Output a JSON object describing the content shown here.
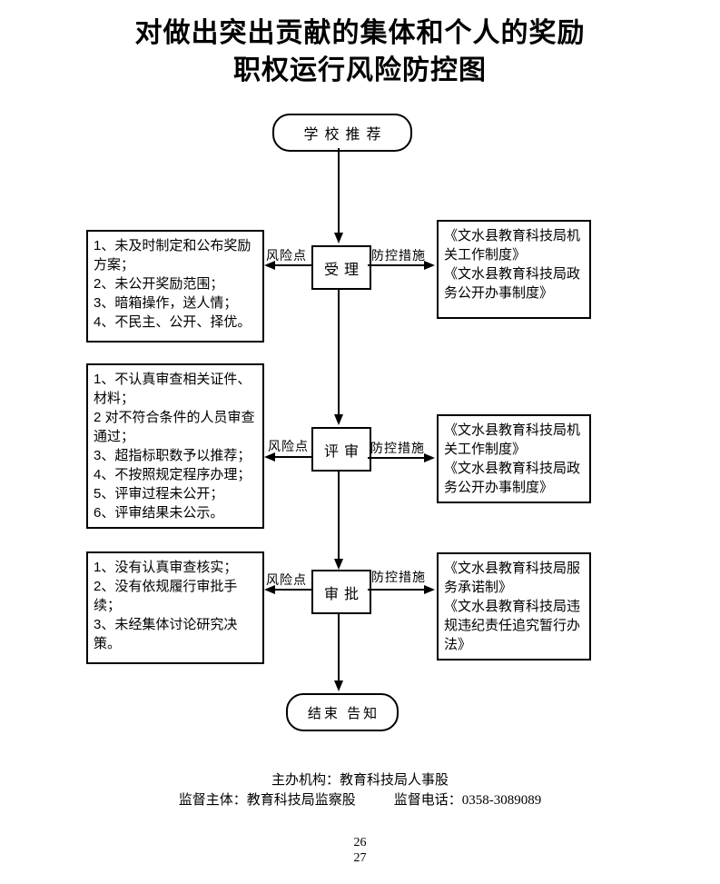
{
  "title": {
    "line1": "对做出突出贡献的集体和个人的奖励",
    "line2": "职权运行风险防控图"
  },
  "start_node": {
    "label": "学校推荐"
  },
  "end_node": {
    "label": "结束 告知"
  },
  "edge_labels": {
    "risk": "风险点",
    "control": "防控措施"
  },
  "stages": [
    {
      "name": "受理",
      "risks": [
        "1、未及时制定和公布奖励方案；",
        "2、未公开奖励范围；",
        "3、暗箱操作，送人情；",
        "4、不民主、公开、择优。"
      ],
      "measures": [
        "《文水县教育科技局机关工作制度》",
        "《文水县教育科技局政务公开办事制度》"
      ]
    },
    {
      "name": "评审",
      "risks": [
        "1、不认真审查相关证件、材料；",
        "2 对不符合条件的人员审查通过；",
        "3、超指标职数予以推荐；",
        "4、不按照规定程序办理；",
        "5、评审过程未公开；",
        "6、评审结果未公示。"
      ],
      "measures": [
        "《文水县教育科技局机关工作制度》",
        "《文水县教育科技局政务公开办事制度》"
      ]
    },
    {
      "name": "审批",
      "risks": [
        "1、没有认真审查核实；",
        "2、没有依规履行审批手续；",
        "3、未经集体讨论研究决策。"
      ],
      "measures": [
        "《文水县教育科技局服务承诺制》",
        "《文水县教育科技局违规违纪责任追究暂行办法》"
      ]
    }
  ],
  "footer": {
    "line1": "主办机构：教育科技局人事股",
    "line2_left": "监督主体：教育科技局监察股",
    "phone_label": "监督电话：",
    "phone": "0358-3089089",
    "page_numbers": [
      "26",
      "27"
    ]
  },
  "colors": {
    "ink": "#000000",
    "background": "#ffffff"
  }
}
